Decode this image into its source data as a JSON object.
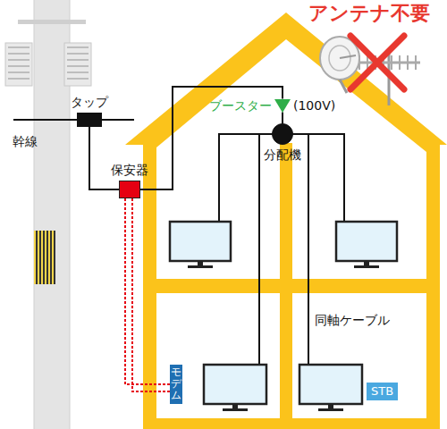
{
  "diagram": {
    "nodes": [
      {
        "text": [
          "タップ"
        ]
      },
      {
        "text": [
          "保安器"
        ]
      },
      {
        "text": [
          "ブースター",
          "(100V)"
        ]
      },
      {
        "text": [
          "分配機"
        ]
      },
      {
        "text": [
          "モデム"
        ]
      },
      {
        "text": [
          "STB"
        ]
      }
    ],
    "edges": [
      {
        "from": 0,
        "to": 1,
        "arrow": "none"
      },
      {
        "from": 1,
        "to": 2,
        "arrow": "none"
      },
      {
        "from": 2,
        "to": 3,
        "arrow": "none"
      },
      {
        "from": 1,
        "to": 4,
        "arrow": "none"
      }
    ],
    "labels": [
      "アンテナ不要",
      "幹線",
      "同軸ケーブル"
    ]
  }
}
